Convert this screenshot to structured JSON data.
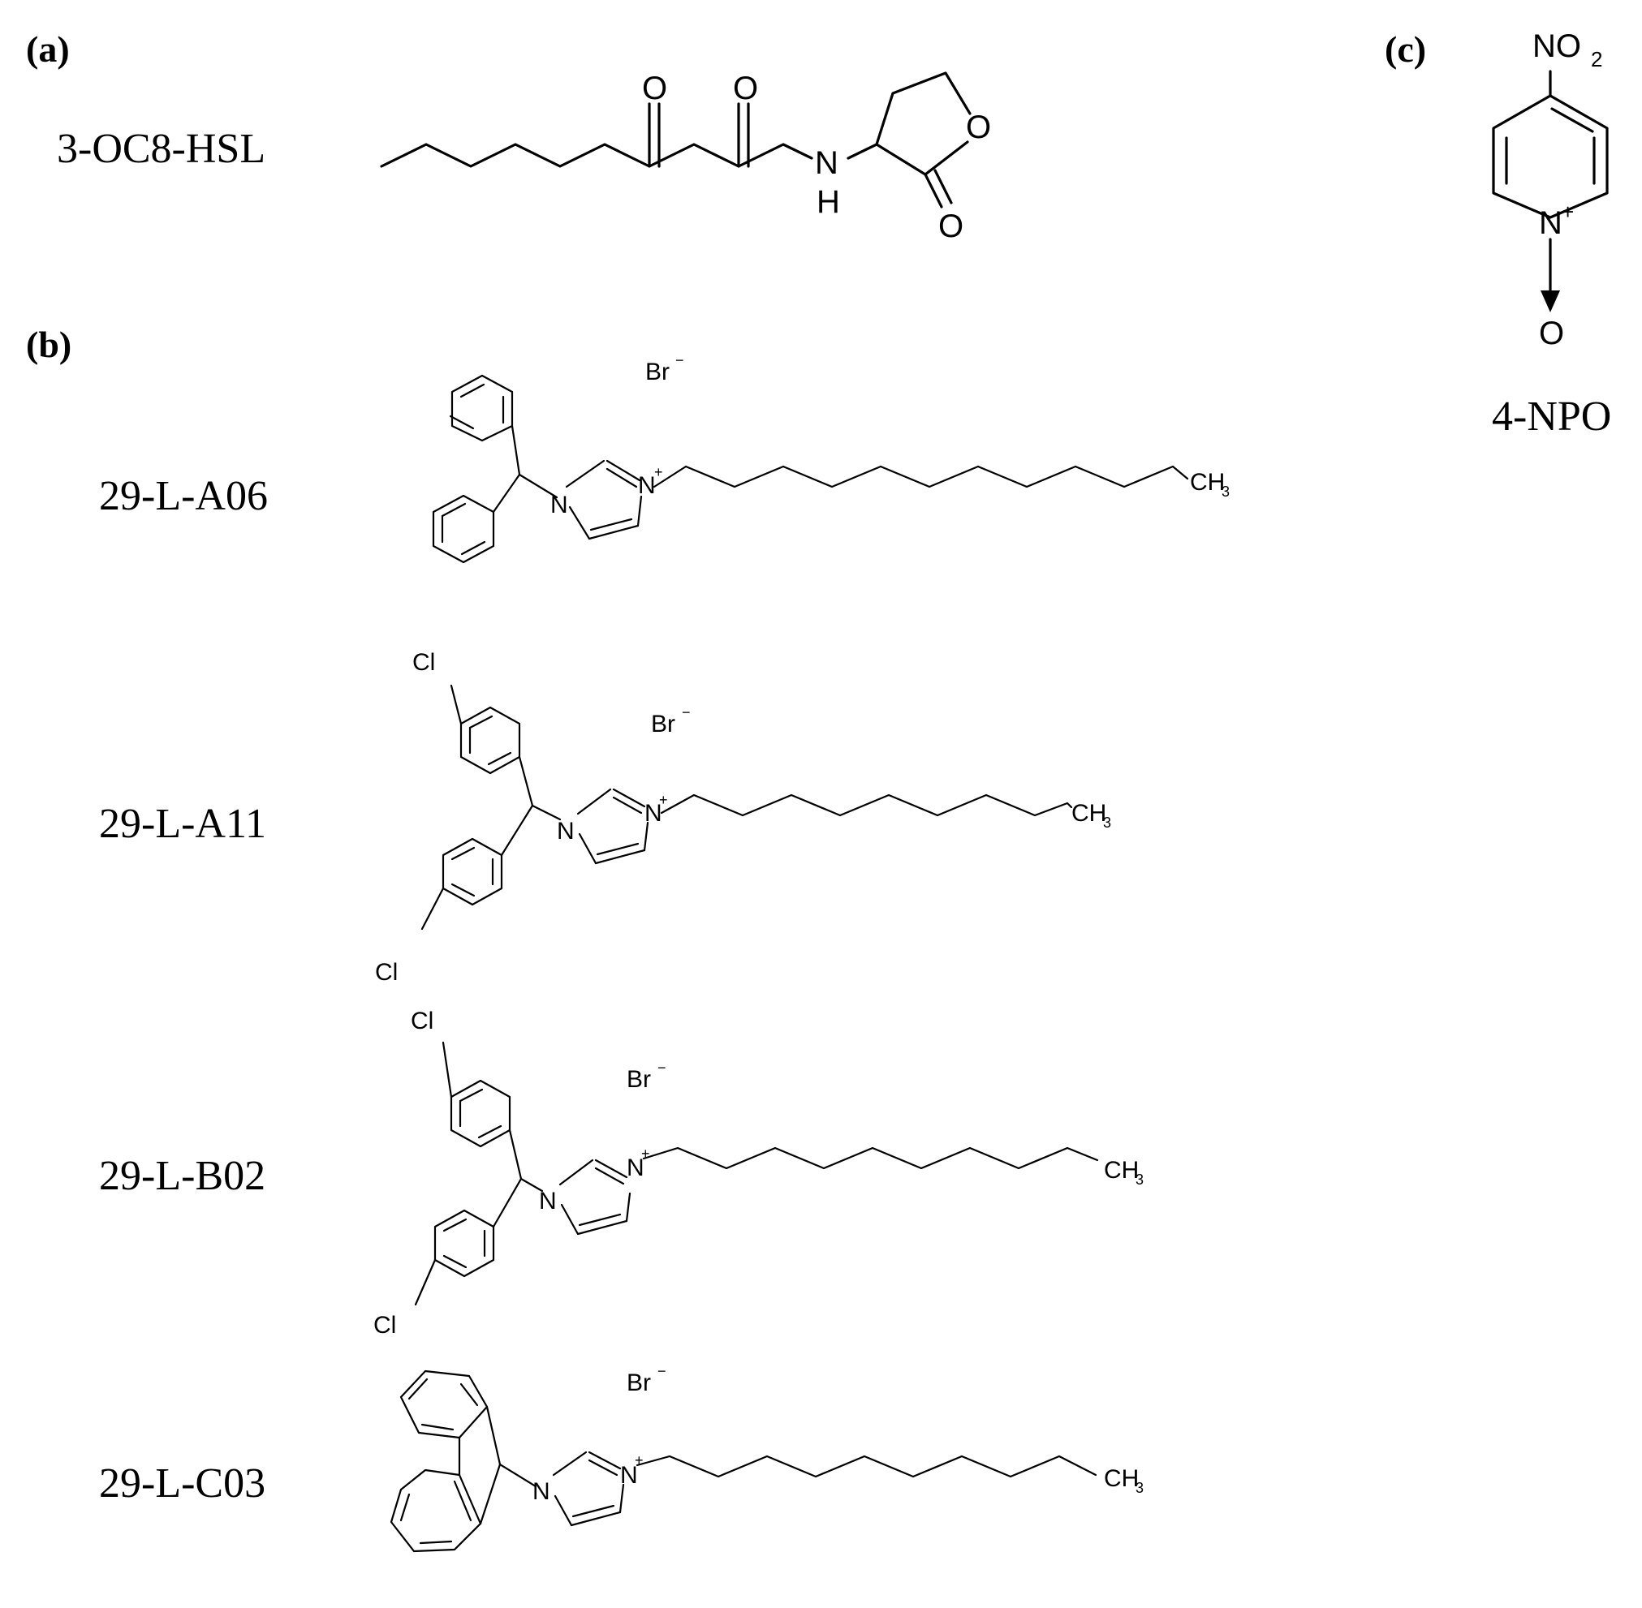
{
  "panels": {
    "a": {
      "label": "(a)",
      "compound": "3-OC8-HSL",
      "atoms": {
        "o_keto": "O",
        "o_amide": "O",
        "nh_n": "N",
        "nh_h": "H",
        "o_ring": "O",
        "o_carbonyl": "O"
      }
    },
    "b": {
      "label": "(b)",
      "compounds": [
        {
          "name": "29-L-A06",
          "counter_ion": "Br",
          "charge": "−",
          "n1": "N",
          "n3": "N",
          "n3_charge": "+",
          "terminal": "CH",
          "terminal_sub": "3"
        },
        {
          "name": "29-L-A11",
          "counter_ion": "Br",
          "charge": "−",
          "n1": "N",
          "n3": "N",
          "n3_charge": "+",
          "terminal": "CH",
          "terminal_sub": "3",
          "cl_top": "Cl",
          "cl_bottom": "Cl"
        },
        {
          "name": "29-L-B02",
          "counter_ion": "Br",
          "charge": "−",
          "n1": "N",
          "n3": "N",
          "n3_charge": "+",
          "terminal": "CH",
          "terminal_sub": "3",
          "cl_top": "Cl",
          "cl_bottom": "Cl"
        },
        {
          "name": "29-L-C03",
          "counter_ion": "Br",
          "charge": "−",
          "n1": "N",
          "n3": "N",
          "n3_charge": "+",
          "terminal": "CH",
          "terminal_sub": "3"
        }
      ]
    },
    "c": {
      "label": "(c)",
      "compound": "4-NPO",
      "atoms": {
        "no2": "NO",
        "no2_sub": "2",
        "n_ring": "N",
        "n_charge": "+",
        "o": "O"
      }
    }
  }
}
